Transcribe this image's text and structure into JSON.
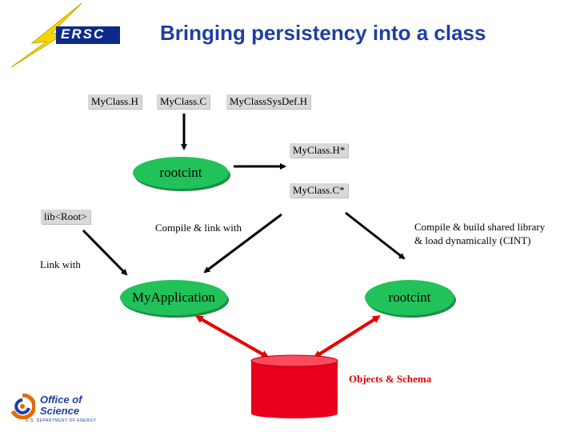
{
  "title": "Bringing persistency into a class",
  "logo_top": {
    "text": "ERSC"
  },
  "logo_bottom": {
    "line1": "Office of",
    "line2": "Science",
    "line3": "U.S. DEPARTMENT OF ENERGY"
  },
  "files": {
    "myclass_h": "MyClass.H",
    "myclass_c": "MyClass.C",
    "myclass_sysdef": "MyClassSysDef.H",
    "myclass_h_star": "MyClass.H*",
    "myclass_c_star": "MyClass.C*",
    "lib_root": "lib<Root>"
  },
  "nodes": {
    "rootcint_top": "rootcint",
    "my_application": "MyApplication",
    "rootcint_bottom": "rootcint"
  },
  "labels": {
    "compile_link": "Compile & link with",
    "compile_build_line1": "Compile & build shared library",
    "compile_build_line2": "& load dynamically (CINT)",
    "link_with": "Link with",
    "objects_schema": "Objects & Schema"
  },
  "colors": {
    "title": "#1f3fa0",
    "node_fill": "#22c25a",
    "database": "#e8001c",
    "arrow_red": "#e80000",
    "file_box": "#d9d9d9",
    "logo_bolt": "#f5d400"
  }
}
